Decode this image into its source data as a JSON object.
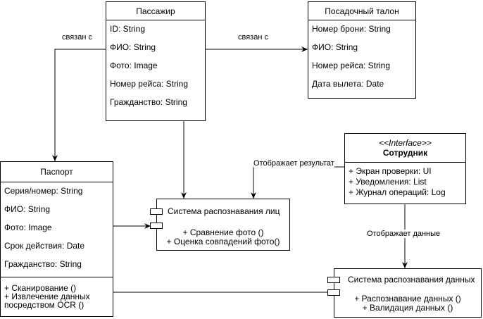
{
  "passenger": {
    "title": "Пассажир",
    "attributes": [
      "ID: String",
      "ФИО: String",
      "Фото: Image",
      "Номер рейса: String",
      "Гражданство: String"
    ]
  },
  "boarding_pass": {
    "title": "Посадочный талон",
    "attributes": [
      "Номер брони: String",
      "ФИО: String",
      "Номер рейса: String",
      "Дата вылета: Date"
    ]
  },
  "passport": {
    "title": "Паспорт",
    "attributes": [
      "Серия/номер: String",
      "ФИО: String",
      "Фото: Image",
      "Срок действия: Date",
      "Гражданство: String"
    ],
    "operations": [
      "+ Сканирование ()",
      "+ Извлечение данных",
      "посредством  OCR ()"
    ]
  },
  "employee": {
    "stereotype": "<<Interface>>",
    "title": "Сотрудник",
    "attributes": [
      "+ Экран проверки: UI",
      "+ Уведомления: List",
      "+ Журнал операций: Log"
    ]
  },
  "face_recognition": {
    "title": "Система распознавания лиц",
    "operations": [
      "+ Сравнение фото ()",
      "+ Оценка совпадений фото()"
    ]
  },
  "data_recognition": {
    "title": "Система распознавания данных",
    "operations": [
      "+ Распознавание данных ()",
      "+ Валидация данных ()"
    ]
  },
  "edges": {
    "passenger_passport": "связан с",
    "passenger_boarding": "связан с",
    "employee_face": "Отображает результат",
    "employee_data": "Отображает данные"
  }
}
